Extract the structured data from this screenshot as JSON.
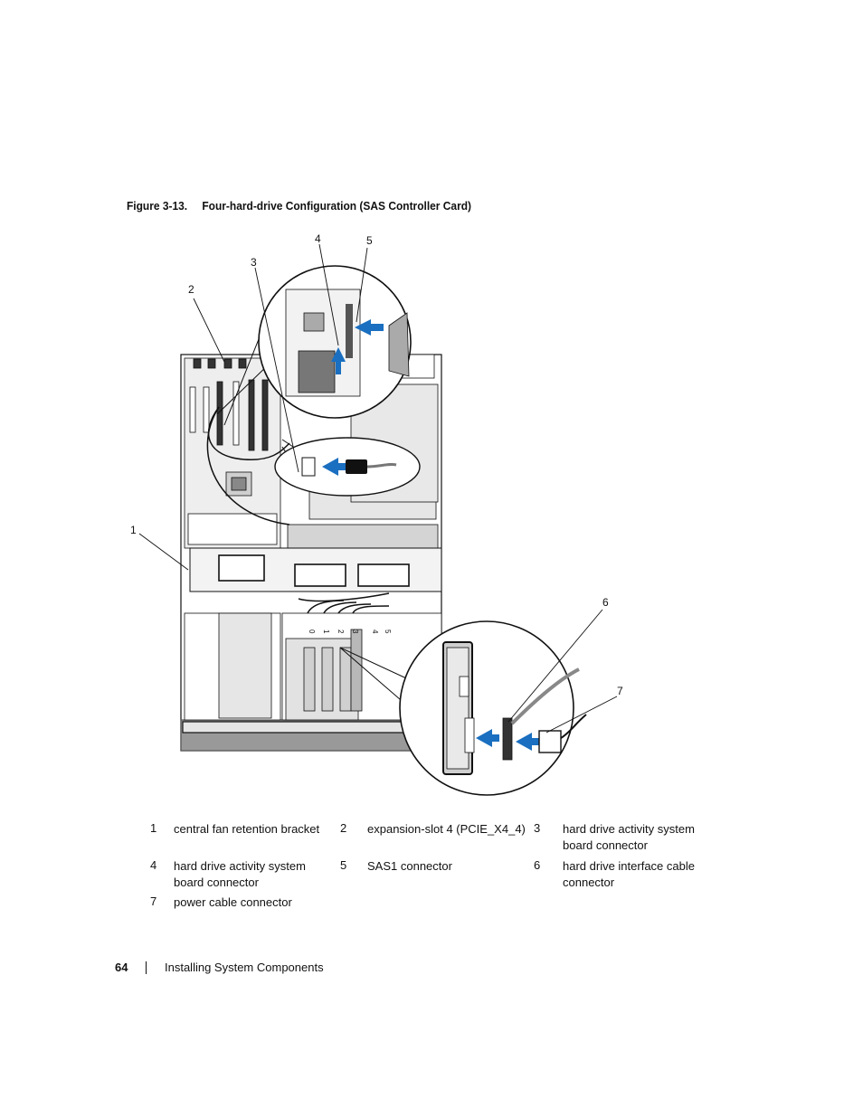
{
  "caption": {
    "figure_number": "Figure 3-13.",
    "figure_title": "Four-hard-drive Configuration (SAS Controller Card)"
  },
  "callouts": [
    "1",
    "2",
    "3",
    "4",
    "5",
    "6",
    "7"
  ],
  "drive_labels": [
    "0",
    "1",
    "2",
    "3",
    "4",
    "5"
  ],
  "legend": [
    {
      "num": "1",
      "text": "central fan retention bracket"
    },
    {
      "num": "2",
      "text": "expansion-slot 4 (PCIE_X4_4)"
    },
    {
      "num": "3",
      "text": "hard drive activity system board connector"
    },
    {
      "num": "4",
      "text": "hard drive activity system board connector"
    },
    {
      "num": "5",
      "text": "SAS1 connector"
    },
    {
      "num": "6",
      "text": "hard drive interface cable connector"
    },
    {
      "num": "7",
      "text": "power cable connector"
    }
  ],
  "footer": {
    "page_number": "64",
    "section": "Installing System Components"
  },
  "colors": {
    "arrow": "#1a6fc0",
    "line": "#111111",
    "panel_gray": "#d4d4d4"
  }
}
